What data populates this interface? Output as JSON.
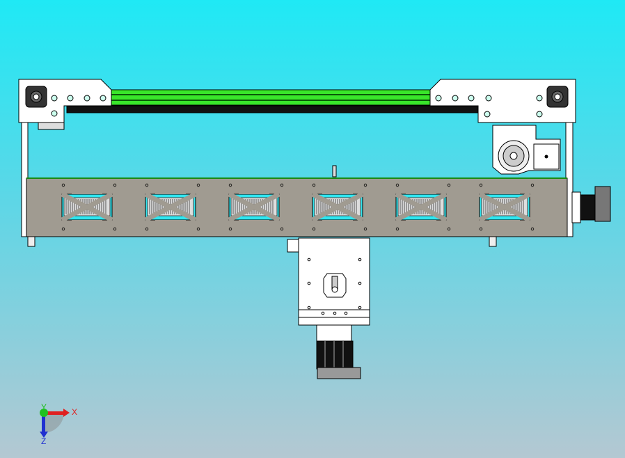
{
  "viewport": {
    "background_top": "#1fe9f5",
    "background_bottom": "#b4c8d2",
    "part_colors": {
      "plate": "#a09b91",
      "rail": "#39e62a",
      "bracket": "#ffffff",
      "outline": "#000000"
    }
  },
  "triad": {
    "x_label": "X",
    "y_label": "Y",
    "z_label": "Z",
    "x_color": "#e02020",
    "y_color": "#20c020",
    "z_color": "#2030d0"
  }
}
